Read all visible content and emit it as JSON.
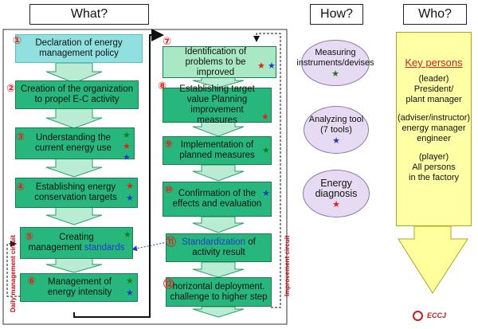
{
  "headers": {
    "what": "What?",
    "how": "How?",
    "who": "Who?"
  },
  "steps": [
    {
      "num": "①",
      "text": "Declaration of energy management policy"
    },
    {
      "num": "②",
      "text": "Creation of the organization to propel E-C activity"
    },
    {
      "num": "③",
      "text": "Understanding the current energy use"
    },
    {
      "num": "④",
      "text": "Establishing energy conservation targets"
    },
    {
      "num": "⑤",
      "text_a": "Creating",
      "text_b": "management ",
      "text_c": "standards"
    },
    {
      "num": "⑥",
      "text": "Management of energy intensity"
    },
    {
      "num": "⑦",
      "text": "Identification of problems to be improved"
    },
    {
      "num": "⑧",
      "text": "Establishing target value Planning improvement measures"
    },
    {
      "num": "⑨",
      "text": "Implementation of planned measures"
    },
    {
      "num": "⑩",
      "text": "Confirmation of the effects and evaluation"
    },
    {
      "num": "⑪",
      "text_a": "Standardization",
      "text_b": " of activity result"
    },
    {
      "num": "⑫",
      "text": "horizontal deployment. challenge to higher step"
    }
  ],
  "tools": [
    {
      "line1": "Measuring",
      "line2": "instruments/devises"
    },
    {
      "line1": "Analyzing tool",
      "line2": "(7 tools)"
    },
    {
      "line1": "Energy diagnosis"
    }
  ],
  "who": {
    "title": "Key persons",
    "leader": [
      "(leader)",
      "President/",
      "plant manager"
    ],
    "adviser": [
      "(adviser/instructor)",
      "energy manager",
      "engineer"
    ],
    "player": [
      "(player)",
      "All persons",
      "in the factory"
    ]
  },
  "labels": {
    "daily": "Daily management circuit",
    "improvement": "Improvement circuit"
  },
  "star_symbol": "★",
  "colors": {
    "red": "#e0201b",
    "green": "#1a7a1a",
    "blue": "#2638c8",
    "box_green": "#27b77c"
  },
  "logo": "ECCJ"
}
